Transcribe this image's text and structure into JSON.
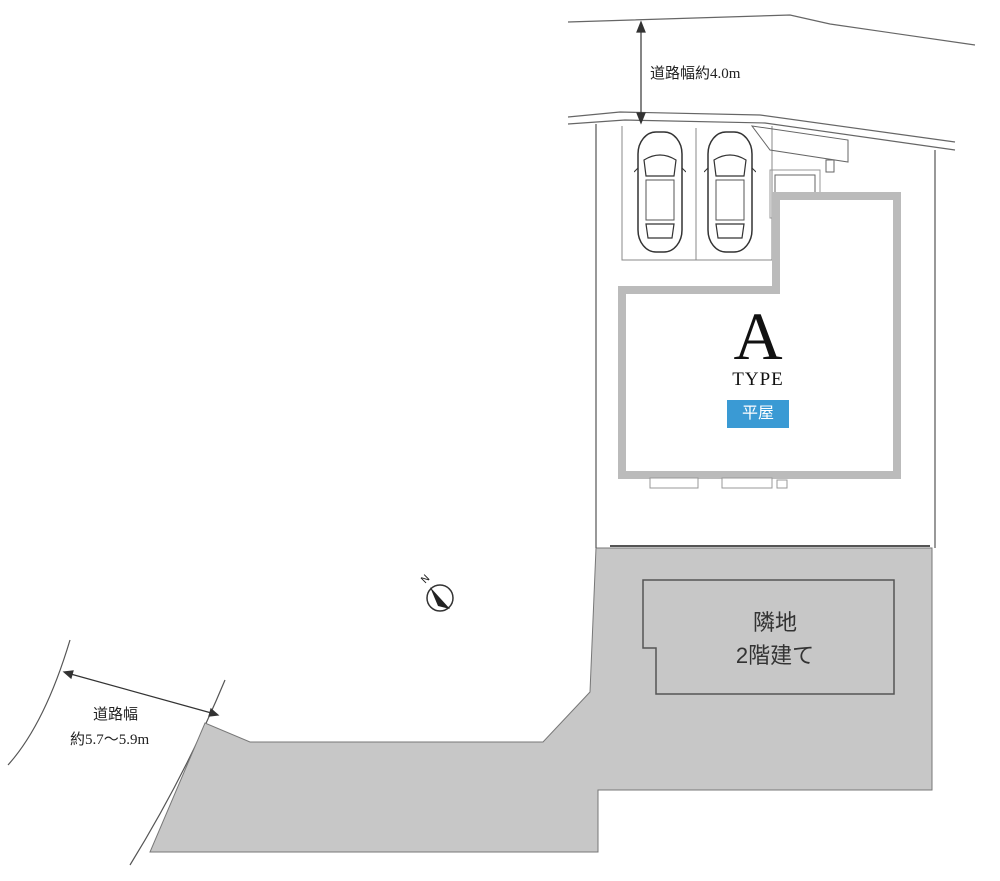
{
  "roads": {
    "north": {
      "label": "道路幅約4.0m"
    },
    "west": {
      "label_line1": "道路幅",
      "label_line2": "約5.7〜5.9m"
    }
  },
  "house": {
    "type_letter": "A",
    "type_word": "TYPE",
    "badge": "平屋",
    "badge_color": "#3a9ad4"
  },
  "neighbor": {
    "line1": "隣地",
    "line2": "2階建て",
    "fill_color": "#c7c7c7"
  },
  "parking": {
    "car_count": 2,
    "icon": "car-icon"
  },
  "compass": {
    "icon": "north-arrow-icon",
    "direction": "N"
  }
}
